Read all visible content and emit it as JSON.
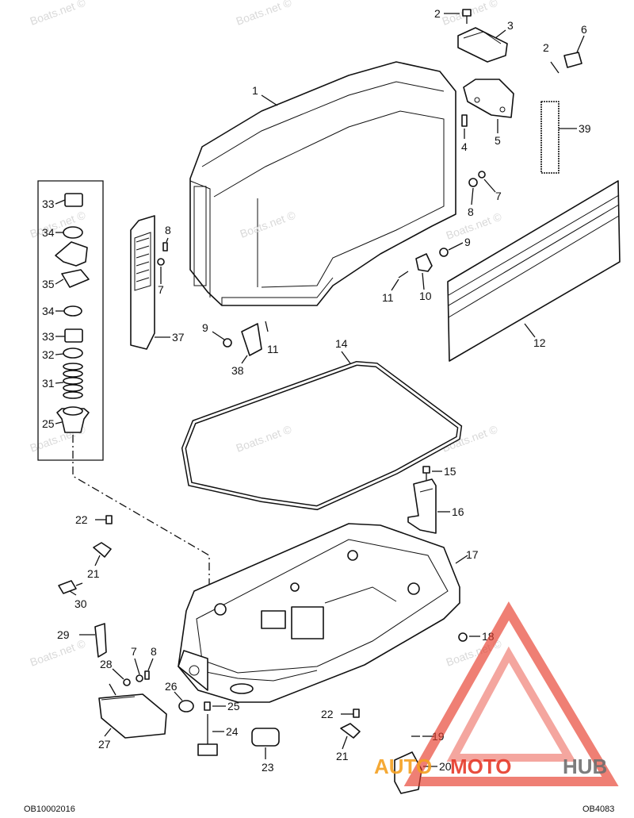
{
  "watermark": {
    "boats": "Boats.net ©",
    "brand_auto": "AUTO",
    "brand_moto": "MOTO",
    "brand_hub": "HUB",
    "brand_color_red": "#e63a2a",
    "brand_color_orange": "#f5a020",
    "brand_color_grey": "#6f6f6f"
  },
  "footer": {
    "left_code": "OB10002016",
    "right_code": "OB4083"
  },
  "callouts": {
    "c1": "1",
    "c2a": "2",
    "c2b": "2",
    "c3": "3",
    "c4": "4",
    "c5": "5",
    "c6": "6",
    "c7a": "7",
    "c7b": "7",
    "c7c": "7",
    "c8a": "8",
    "c8b": "8",
    "c8c": "8",
    "c9a": "9",
    "c9b": "9",
    "c10": "10",
    "c11a": "11",
    "c11b": "11",
    "c12": "12",
    "c14": "14",
    "c15": "15",
    "c16": "16",
    "c17": "17",
    "c18": "18",
    "c19": "19",
    "c20": "20",
    "c21a": "21",
    "c21b": "21",
    "c22a": "22",
    "c22b": "22",
    "c23": "23",
    "c24": "24",
    "c25a": "25",
    "c25b": "25",
    "c26": "26",
    "c27": "27",
    "c28": "28",
    "c29": "29",
    "c30": "30",
    "c31": "31",
    "c32": "32",
    "c33a": "33",
    "c33b": "33",
    "c34a": "34",
    "c34b": "34",
    "c35": "35",
    "c37": "37",
    "c38": "38",
    "c39": "39"
  }
}
